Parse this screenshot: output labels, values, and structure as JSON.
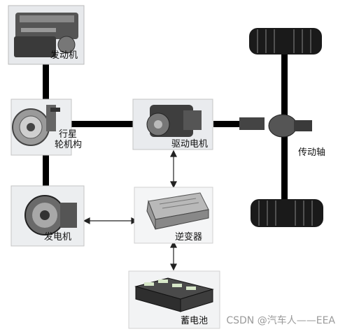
{
  "components": {
    "engine": "发动机",
    "planetary_line1": "行星",
    "planetary_line2": "轮机构",
    "motor": "驱动电机",
    "axle": "传动轴",
    "generator": "发电机",
    "inverter": "逆变器",
    "battery": "蓄电池"
  },
  "watermark": "CSDN @汽车人——EEA"
}
